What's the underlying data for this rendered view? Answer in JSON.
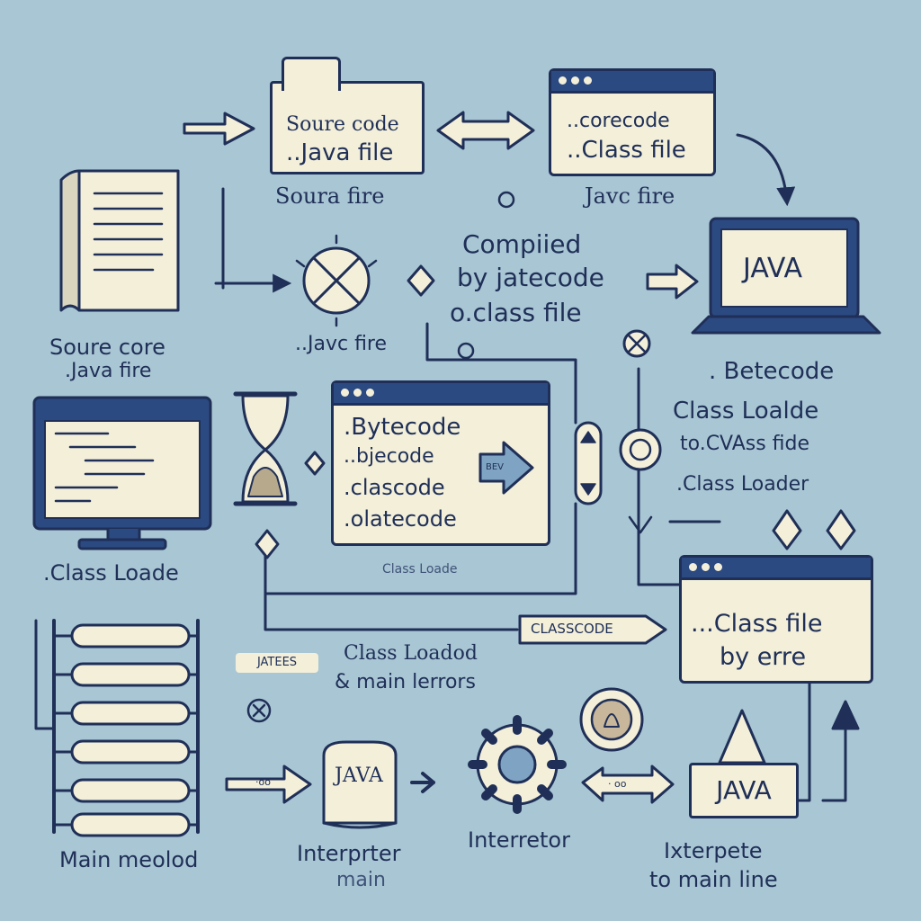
{
  "nodes": {
    "source_card": {
      "line1": "Soure code",
      "line2": "..Java file",
      "caption": "Soura fire"
    },
    "bytecode_card": {
      "line1": "..corecode",
      "line2": "..Class file",
      "caption": "Javc fire"
    },
    "source_doc": {
      "caption1": "Soure core",
      "caption2": ".Java fire"
    },
    "compiler": {
      "caption": "..Javc fire"
    },
    "compiled_text": {
      "line1": "Compiied",
      "line2": "by jatecode",
      "line3": "o.class file"
    },
    "laptop": {
      "screen": "JAVA",
      "caption": ". Betecode"
    },
    "monitor": {
      "caption": ".Class Loade"
    },
    "bytecode_window": {
      "line1": ".Bytecode",
      "line2": "..bjecode",
      "line3": ".clascode",
      "line4": ".olatecode",
      "arrow_label": "BEV"
    },
    "class_loader_text": {
      "line1": "Class Loalde",
      "line2": "to.CVAss fide",
      "line3": ".Class Loader"
    },
    "class_tag": {
      "label": "Class Loade"
    },
    "classcode_pill": {
      "label": "CLASSCODE"
    },
    "class_file_window": {
      "line1": "...Class file",
      "line2": "by erre"
    },
    "jatees_pill": {
      "label": "JATEES"
    },
    "class_loaded_text": {
      "line1": "Class Loadod",
      "line2": "& main lerrors"
    },
    "stack": {
      "caption": "Main meolod"
    },
    "interpreter_can": {
      "label": "JAVA",
      "caption1": "Interprter",
      "caption2": "main"
    },
    "gear": {
      "caption": "Interretor"
    },
    "java_box": {
      "label": "JAVA",
      "caption1": "Ixterpete",
      "caption2": "to main line"
    },
    "small_arrows": {
      "to_interpreter": "·oo",
      "to_java": "· oo"
    }
  },
  "colors": {
    "background": "#a9c6d4",
    "ink": "#1f2f57",
    "paper": "#f3efd9",
    "titlebar": "#2c4a82"
  }
}
